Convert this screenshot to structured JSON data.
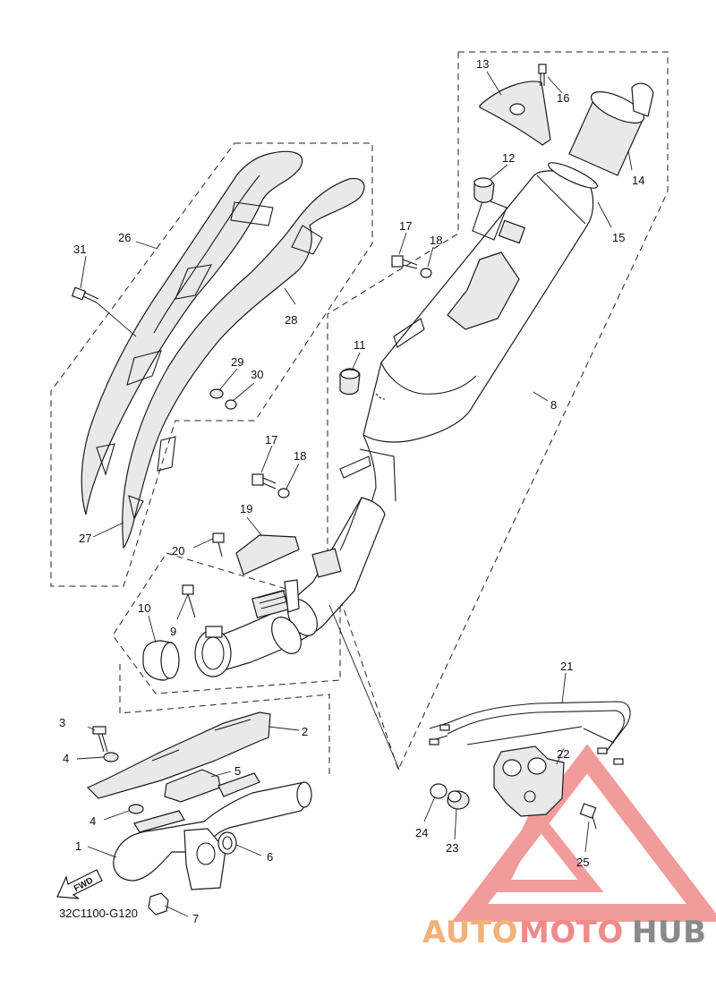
{
  "diagram": {
    "part_code": "32C1100-G120",
    "fwd_label": "FWD",
    "callouts": [
      {
        "id": "c1",
        "label": "1"
      },
      {
        "id": "c2",
        "label": "2"
      },
      {
        "id": "c3",
        "label": "3"
      },
      {
        "id": "c4a",
        "label": "4"
      },
      {
        "id": "c4b",
        "label": "4"
      },
      {
        "id": "c5",
        "label": "5"
      },
      {
        "id": "c6",
        "label": "6"
      },
      {
        "id": "c7",
        "label": "7"
      },
      {
        "id": "c8",
        "label": "8"
      },
      {
        "id": "c9",
        "label": "9"
      },
      {
        "id": "c10",
        "label": "10"
      },
      {
        "id": "c11",
        "label": "11"
      },
      {
        "id": "c12",
        "label": "12"
      },
      {
        "id": "c13",
        "label": "13"
      },
      {
        "id": "c14",
        "label": "14"
      },
      {
        "id": "c15",
        "label": "15"
      },
      {
        "id": "c16",
        "label": "16"
      },
      {
        "id": "c17a",
        "label": "17"
      },
      {
        "id": "c17b",
        "label": "17"
      },
      {
        "id": "c18a",
        "label": "18"
      },
      {
        "id": "c18b",
        "label": "18"
      },
      {
        "id": "c19",
        "label": "19"
      },
      {
        "id": "c20",
        "label": "20"
      },
      {
        "id": "c21",
        "label": "21"
      },
      {
        "id": "c22",
        "label": "22"
      },
      {
        "id": "c23",
        "label": "23"
      },
      {
        "id": "c24",
        "label": "24"
      },
      {
        "id": "c25",
        "label": "25"
      },
      {
        "id": "c26",
        "label": "26"
      },
      {
        "id": "c27",
        "label": "27"
      },
      {
        "id": "c28",
        "label": "28"
      },
      {
        "id": "c29",
        "label": "29"
      },
      {
        "id": "c30",
        "label": "30"
      },
      {
        "id": "c31",
        "label": "31"
      }
    ]
  },
  "watermark": {
    "part1": "AUTO",
    "part2": "MOTO",
    "part3": "HUB",
    "colors": {
      "orange": "#f2b27a",
      "red": "#f08a8a",
      "gray": "#8a8a8a"
    }
  }
}
